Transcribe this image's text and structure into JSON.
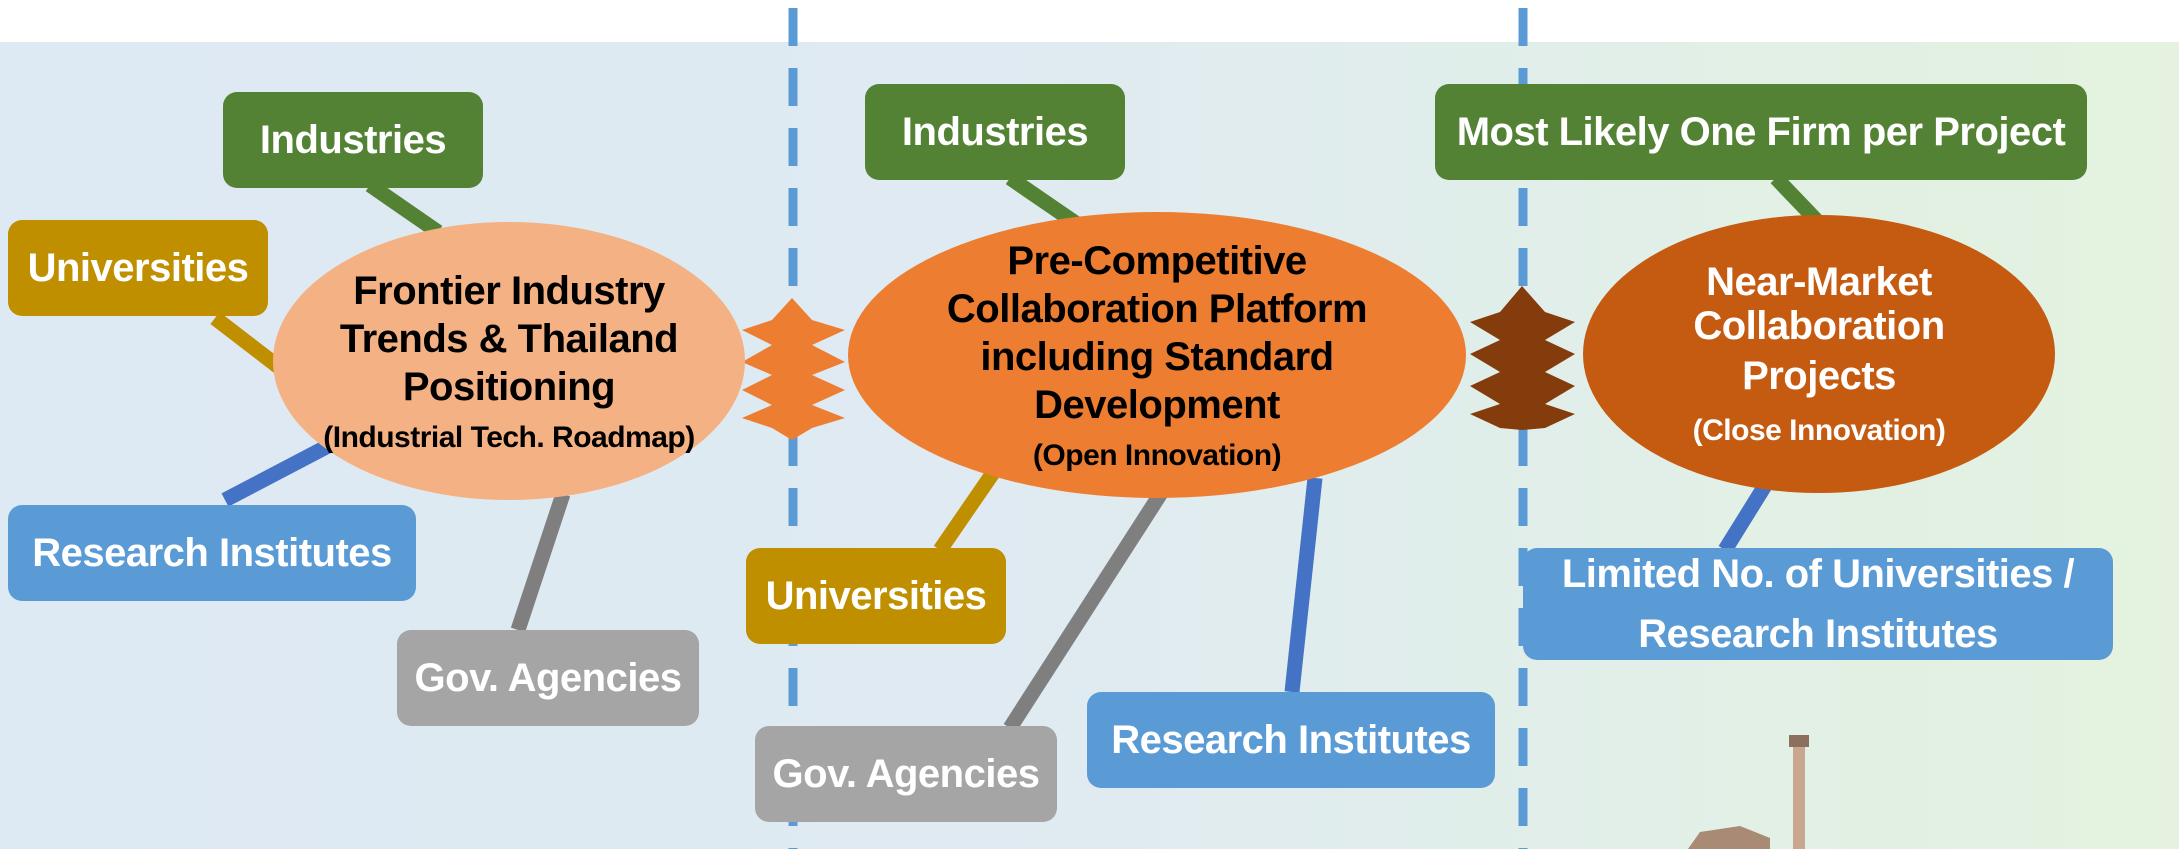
{
  "colors": {
    "industries": "#538234",
    "universities": "#bf8f00",
    "research": "#5b9bd5",
    "gov": "#a5a5a5",
    "ellipse1": "#f4b183",
    "ellipse2": "#ed7d31",
    "ellipse3": "#c55a11",
    "divider": "#5b9bd5"
  },
  "section1": {
    "industries": "Industries",
    "universities": "Universities",
    "research": "Research Institutes",
    "gov": "Gov. Agencies",
    "title": [
      "Frontier Industry",
      "Trends & Thailand",
      "Positioning"
    ],
    "subtitle": "(Industrial Tech. Roadmap)"
  },
  "section2": {
    "industries": "Industries",
    "universities": "Universities",
    "research": "Research Institutes",
    "gov": "Gov. Agencies",
    "title": [
      "Pre-Competitive",
      "Collaboration Platform",
      "including Standard",
      "Development"
    ],
    "subtitle": "(Open Innovation)"
  },
  "section3": {
    "top": "Most Likely One Firm per Project",
    "bottom": [
      "Limited No. of Universities /",
      "Research Institutes"
    ],
    "title": [
      "Near-Market",
      "Collaboration",
      "Projects"
    ],
    "subtitle": "(Close Innovation)"
  }
}
